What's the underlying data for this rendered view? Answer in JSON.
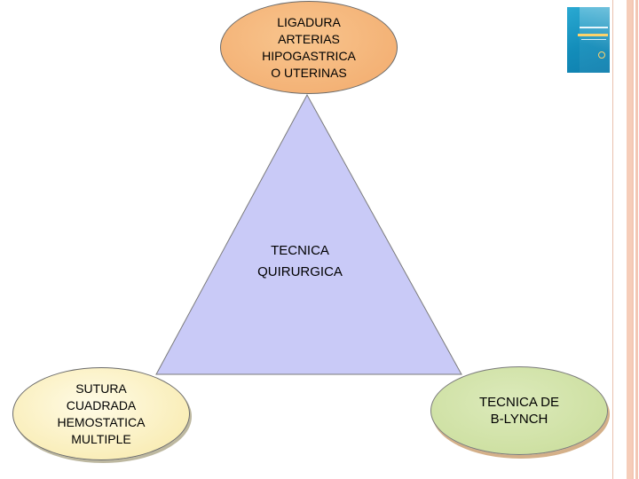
{
  "diagram": {
    "center_label": "TECNICA\nQUIRURGICA",
    "nodes": {
      "top": "LIGADURA\nARTERIAS\nHIPOGASTRICA\nO UTERINAS",
      "bottom_left": "SUTURA\nCUADRADA\nHEMOSTATICA\nMULTIPLE",
      "bottom_right": "TECNICA DE\nB-LYNCH"
    }
  },
  "colors": {
    "triangle_fill": "#c9caf7",
    "top_node": "#f4b071",
    "left_node": "#fbf0c2",
    "right_node": "#d2e3a8",
    "slide_border": "#f6cdb9",
    "thumbnail": "#1c9cc8"
  },
  "thumbnail": {
    "icon": "book-cover-thumbnail-icon"
  }
}
